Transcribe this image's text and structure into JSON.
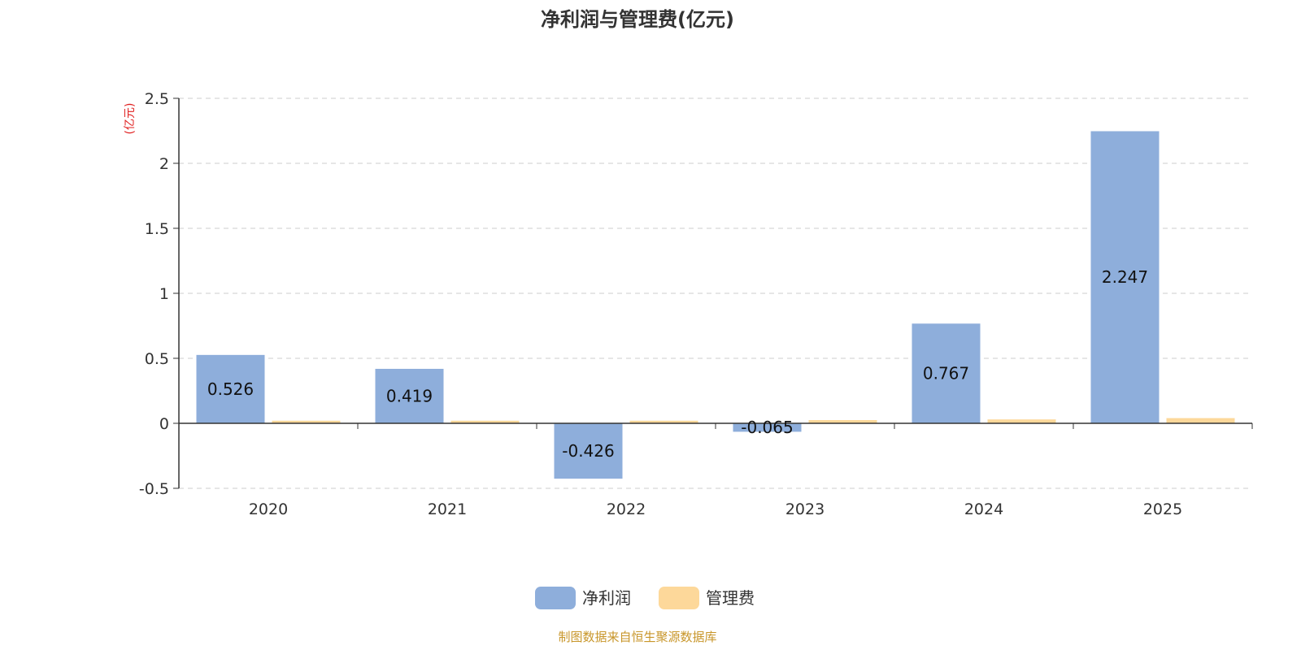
{
  "chart_data": {
    "type": "bar",
    "title": "净利润与管理费(亿元)",
    "unit_label": "(亿元)",
    "categories": [
      "2020",
      "2021",
      "2022",
      "2023",
      "2024",
      "2025"
    ],
    "series": [
      {
        "name": "净利润",
        "color": "#8eaedb",
        "values": [
          0.526,
          0.419,
          -0.426,
          -0.065,
          0.767,
          2.247
        ],
        "labels": [
          "0.526",
          "0.419",
          "-0.426",
          "-0.065",
          "0.767",
          "2.247"
        ]
      },
      {
        "name": "管理费",
        "color": "#fdd89a",
        "values": [
          0.02,
          0.02,
          0.02,
          0.025,
          0.03,
          0.04
        ]
      }
    ],
    "ylim": [
      -0.5,
      2.5
    ],
    "yticks": [
      2.5,
      2,
      1.5,
      1,
      0.5,
      0,
      -0.5
    ],
    "ytick_labels": [
      "2.5",
      "2",
      "1.5",
      "1",
      "0.5",
      "0",
      "-0.5"
    ],
    "grid": true,
    "legend_position": "bottom-center"
  },
  "source_note": "制图数据来自恒生聚源数据库"
}
